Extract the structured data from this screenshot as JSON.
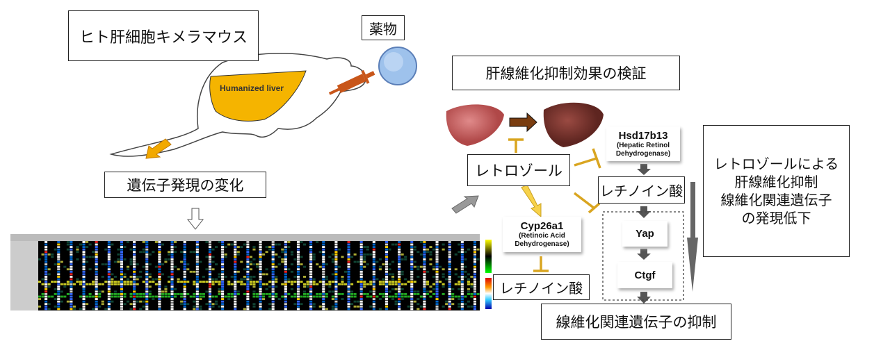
{
  "mouse_title": "ヒト肝細胞キメラマウス",
  "liver_label": "Humanized liver",
  "drug_label": "薬物",
  "expression_change": "遺伝子発現の変化",
  "verification_title": "肝線維化抑制効果の検証",
  "letrozole": "レトロゾール",
  "hsd": {
    "name": "Hsd17b13",
    "desc": "(Hepatic Retinol Dehydrogenase)"
  },
  "cyp": {
    "name": "Cyp26a1",
    "desc": "(Retinoic Acid Dehydrogenase)"
  },
  "retinoic_acid_1": "レチノイン酸",
  "retinoic_acid_2": "レチノイン酸",
  "yap": "Yap",
  "ctgf": "Ctgf",
  "suppression": "線維化関連遺伝子の抑制",
  "conclusion": [
    "レトロゾールによる",
    "肝線維化抑制",
    "線維化関連遺伝子",
    "の発現低下"
  ],
  "colors": {
    "inhibit": "#d9a520",
    "liver_yellow": "#f5b400",
    "syringe": "#c8561a",
    "gray_arrow": "#555555",
    "heatmap_bg": "#000000"
  }
}
